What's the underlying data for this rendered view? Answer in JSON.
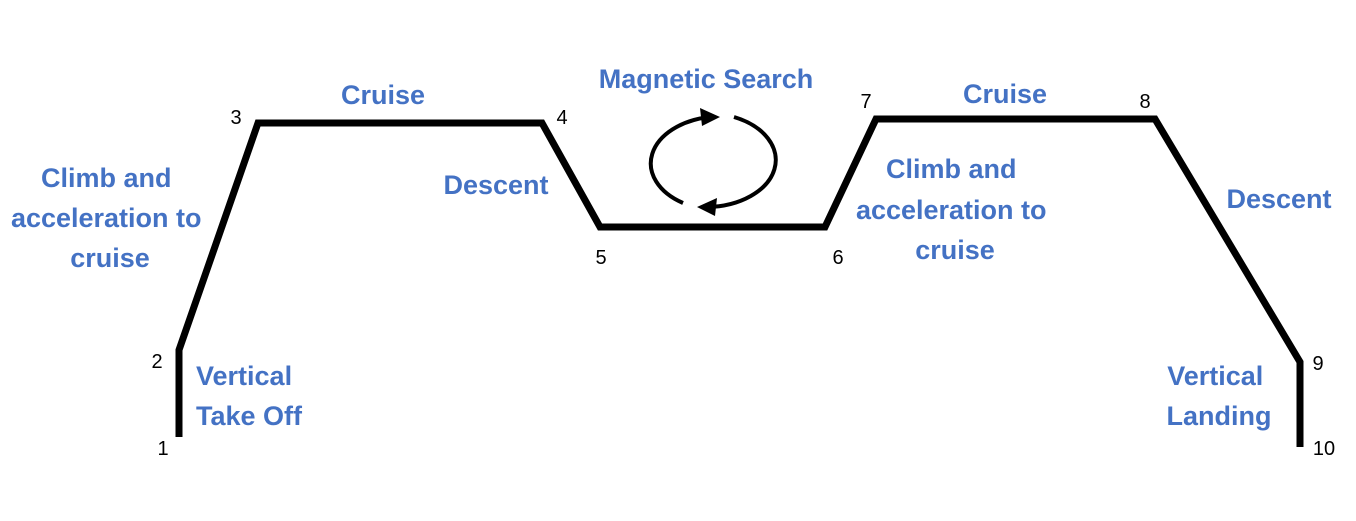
{
  "title": "Magnetic Search",
  "waypoints": [
    "1",
    "2",
    "3",
    "4",
    "5",
    "6",
    "7",
    "8",
    "9",
    "10"
  ],
  "phases": {
    "vertical_takeoff": [
      "Vertical",
      "Take Off"
    ],
    "climb_1": [
      "Climb and",
      "acceleration to",
      "cruise"
    ],
    "cruise_1": "Cruise",
    "descent_1": "Descent",
    "climb_2": [
      "Climb and",
      "acceleration to",
      "cruise"
    ],
    "cruise_2": "Cruise",
    "descent_2": "Descent",
    "vertical_landing": [
      "Vertical",
      "Landing"
    ]
  },
  "colors": {
    "path": "#000000",
    "label": "#4472C4"
  },
  "icons": {
    "search_loop": "circular-arrows-icon"
  }
}
